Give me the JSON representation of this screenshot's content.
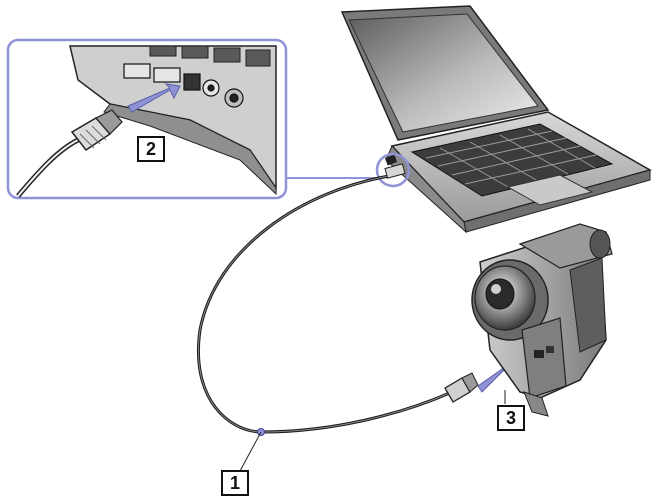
{
  "callouts": {
    "cable": "1",
    "laptop_port": "2",
    "camera_port": "3"
  },
  "colors": {
    "highlight": "#8f93d6",
    "line": "#1a1a1a",
    "laptop_body": "#b8b8b8",
    "screen": "#888888"
  },
  "icons": {
    "laptop": "laptop-icon",
    "camcorder": "camcorder-icon",
    "connector": "ilink-connector-icon"
  }
}
